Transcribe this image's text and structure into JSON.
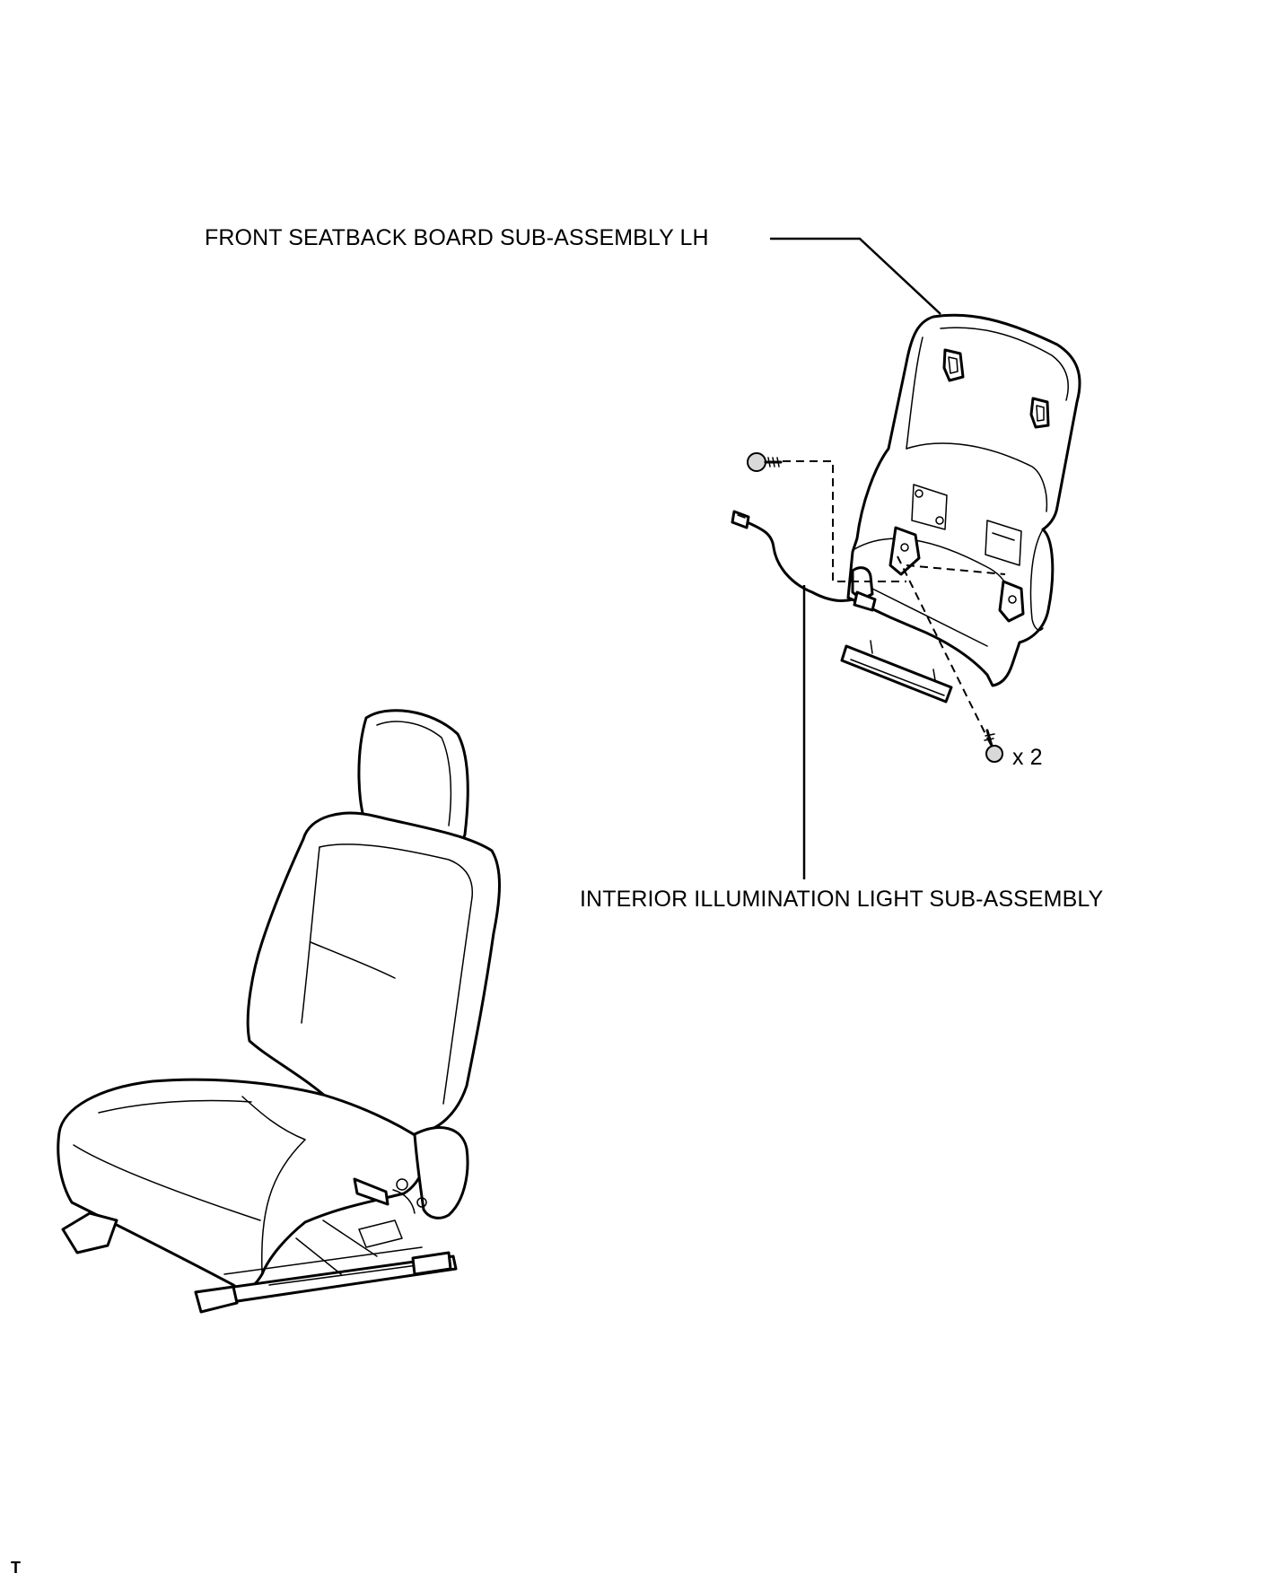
{
  "labels": {
    "board": "FRONT SEATBACK BOARD SUB-ASSEMBLY LH",
    "light": "INTERIOR ILLUMINATION LIGHT SUB-ASSEMBLY",
    "screw_qty": "x 2"
  },
  "corner_mark": "T"
}
